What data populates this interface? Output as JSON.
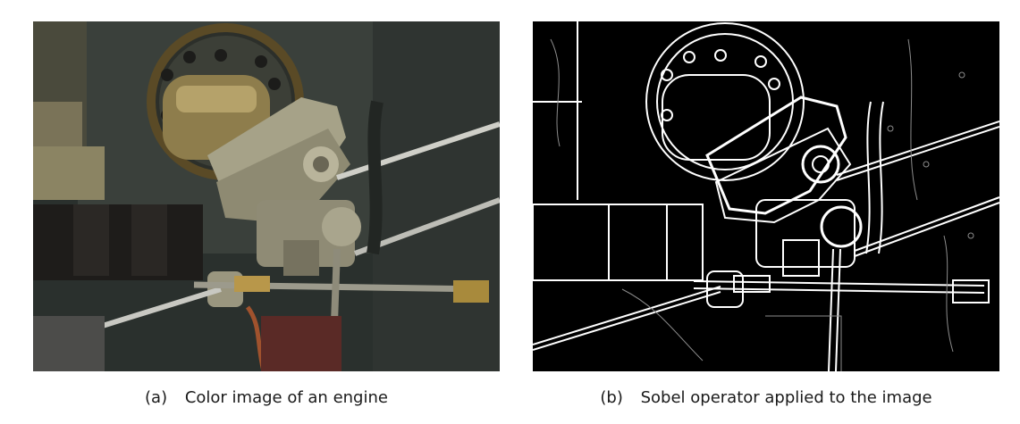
{
  "figures": [
    {
      "tag": "(a)",
      "caption": "Color image of an engine",
      "subject": "color photograph of a steam engine valve gear",
      "palette": {
        "background": "#2a2f2c",
        "panel": "#3b413c",
        "metal": "#a8a48c",
        "brass": "#b89a4a",
        "wood": "#1c1a18",
        "rod": "#c9c9c4"
      }
    },
    {
      "tag": "(b)",
      "caption": "Sobel operator applied to the image",
      "subject": "edge magnitude map of the engine photograph",
      "palette": {
        "background": "#000000",
        "edge": "#ffffff",
        "weak_edge": "#8c8c8c"
      }
    }
  ]
}
